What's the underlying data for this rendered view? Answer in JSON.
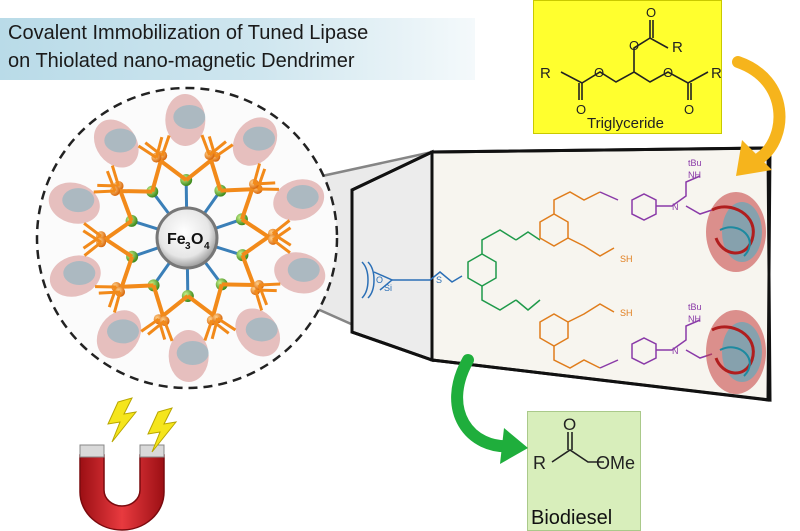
{
  "title": {
    "line1": "Covalent Immobilization of Tuned Lipase",
    "line2": "on Thiolated nano-magnetic Dendrimer"
  },
  "core": {
    "fe": "Fe",
    "sub3": "3",
    "o": "O",
    "sub4": "4"
  },
  "triglyceride": {
    "label": "Triglyceride",
    "r_left": "R",
    "r_top": "R",
    "r_right": "R",
    "o_labels": [
      "O",
      "O",
      "O",
      "O",
      "O",
      "O"
    ]
  },
  "biodiesel": {
    "label": "Biodiesel",
    "r": "R",
    "o_top": "O",
    "ome": "OMe"
  },
  "scheme": {
    "tbu_top": "tBu",
    "tbu_bottom": "tBu",
    "nh_top": "NH",
    "nh_bottom": "NH",
    "n_top": "N",
    "n_bottom": "N",
    "sh_top": "SH",
    "sh_bottom": "SH",
    "s": "S",
    "si": "Si",
    "o": "O"
  },
  "colors": {
    "title_bg": "#b9dbe8",
    "triglyceride_bg": "#ffff2e",
    "biodiesel_bg": "#d8eebb",
    "orange_arrow": "#f6b41c",
    "green_arrow": "#1fae3c",
    "dendron_orange": "#f28a1a",
    "node_green": "#6bb52e",
    "linker_blue": "#3a7fb8",
    "magnet_red": "#d51f26",
    "lightning_yellow": "#f5e51c",
    "scheme_blue": "#2b6fb6",
    "scheme_green": "#1f9a4a",
    "scheme_orange": "#e07d1c",
    "scheme_purple": "#8a3aa8"
  },
  "icons": [
    "magnet-icon",
    "lightning-icon",
    "enzyme-icon",
    "nanoparticle-icon"
  ]
}
